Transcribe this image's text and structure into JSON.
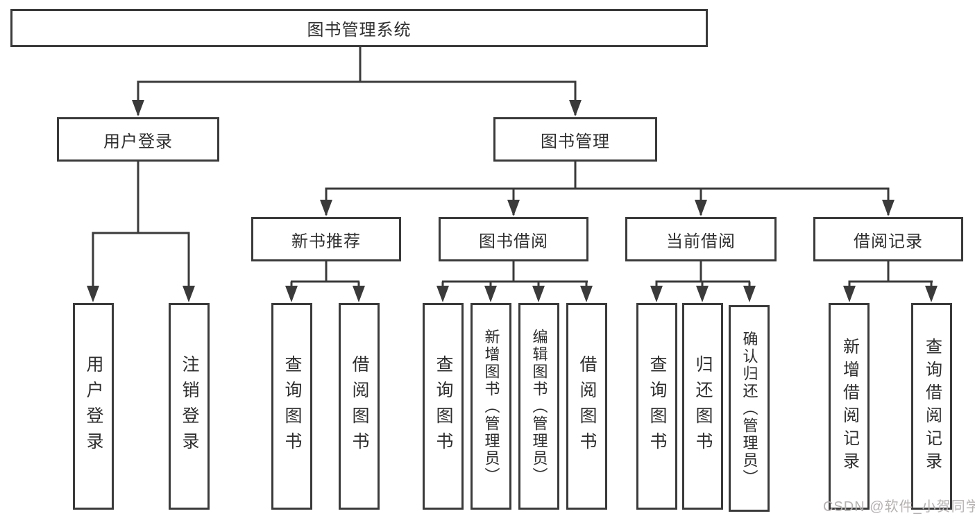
{
  "diagram": {
    "watermark": "CSDN @软件_小贺同学",
    "colors": {
      "line": "#3a3a3a",
      "text": "#2e2e2e",
      "box_background": "#ffffff",
      "watermark": "#b7b2b2"
    },
    "nodes": {
      "root": {
        "label": "图书管理系统"
      },
      "user_login": {
        "label": "用户登录"
      },
      "book_management": {
        "label": "图书管理"
      },
      "new_book_recommend": {
        "label": "新书推荐"
      },
      "book_borrowing": {
        "label": "图书借阅"
      },
      "current_borrowing": {
        "label": "当前借阅"
      },
      "borrowing_records": {
        "label": "借阅记录"
      },
      "leaf_user_login": {
        "label": "用户登录"
      },
      "leaf_logout": {
        "label": "注销登录"
      },
      "rec_query_books": {
        "label": "查询图书"
      },
      "rec_borrow_books": {
        "label": "借阅图书"
      },
      "bb_query_books": {
        "label": "查询图书"
      },
      "bb_add_books": {
        "label": "新增图书（管理员）"
      },
      "bb_edit_books": {
        "label": "编辑图书（管理员）"
      },
      "bb_borrow_books": {
        "label": "借阅图书"
      },
      "cb_query_books": {
        "label": "查询图书"
      },
      "cb_return_books": {
        "label": "归还图书"
      },
      "cb_confirm_return": {
        "label": "确认归还（管理员）"
      },
      "br_new_record": {
        "label": "新增借阅记录"
      },
      "br_query_record": {
        "label": "查询借阅记录"
      }
    }
  }
}
